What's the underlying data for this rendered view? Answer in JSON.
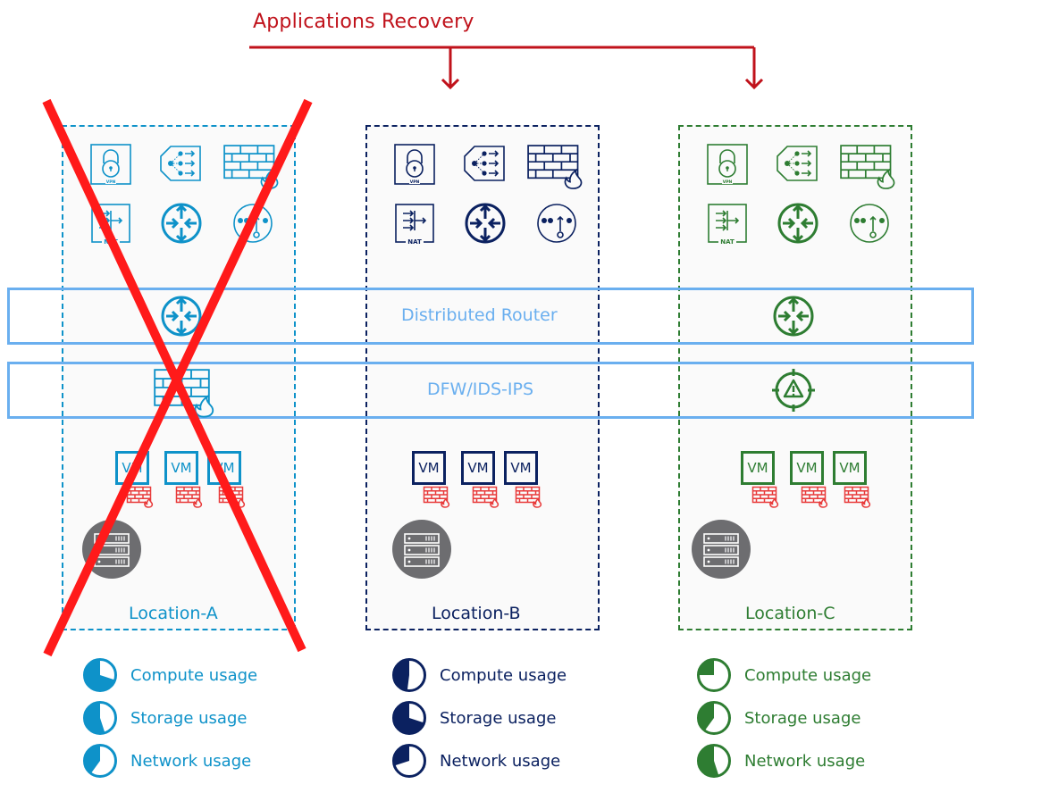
{
  "title": "Applications Recovery",
  "colors": {
    "red": "#c0121b",
    "cross": "#ff1a1a",
    "band": "#6aafef",
    "location_a": "#0e92c9",
    "location_b": "#0b2160",
    "location_c": "#2e7d32",
    "host_gray": "#6d6d70",
    "vm_firewall": "#e83a3a"
  },
  "bands": [
    {
      "label": "Distributed Router",
      "icon": "router-icon"
    },
    {
      "label": "DFW/IDS-IPS",
      "icon": "firewall-icon"
    }
  ],
  "locations": [
    {
      "name": "Location-A",
      "failed": true,
      "edge_services": [
        "vpn-icon",
        "load-balancer-icon",
        "firewall-icon",
        "nat-icon",
        "router-icon",
        "dhcp-icon"
      ],
      "vms": [
        "VM",
        "VM",
        "VM"
      ],
      "usage": [
        {
          "label": "Compute usage",
          "fraction": 0.7
        },
        {
          "label": "Storage usage",
          "fraction": 0.55
        },
        {
          "label": "Network usage",
          "fraction": 0.4
        }
      ]
    },
    {
      "name": "Location-B",
      "failed": false,
      "edge_services": [
        "vpn-icon",
        "load-balancer-icon",
        "firewall-icon",
        "nat-icon",
        "router-icon",
        "dhcp-icon"
      ],
      "vms": [
        "VM",
        "VM",
        "VM"
      ],
      "usage": [
        {
          "label": "Compute usage",
          "fraction": 0.48
        },
        {
          "label": "Storage usage",
          "fraction": 0.7
        },
        {
          "label": "Network usage",
          "fraction": 0.3
        }
      ]
    },
    {
      "name": "Location-C",
      "failed": false,
      "edge_services": [
        "vpn-icon",
        "load-balancer-icon",
        "firewall-icon",
        "nat-icon",
        "router-icon",
        "dhcp-icon"
      ],
      "vms": [
        "VM",
        "VM",
        "VM"
      ],
      "usage": [
        {
          "label": "Compute usage",
          "fraction": 0.25
        },
        {
          "label": "Storage usage",
          "fraction": 0.4
        },
        {
          "label": "Network usage",
          "fraction": 0.55
        }
      ]
    }
  ]
}
